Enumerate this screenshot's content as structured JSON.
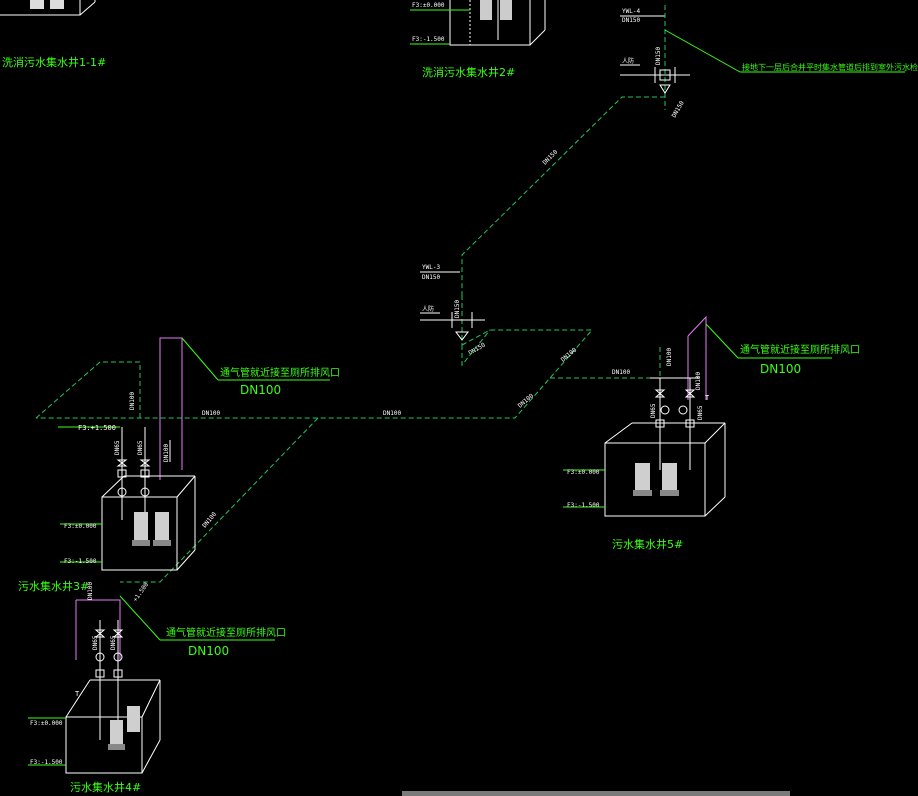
{
  "drawing": {
    "background": "#000000",
    "colors": {
      "pipe": "#22c55e",
      "vent": "#e879f9",
      "label": "#39ff14",
      "white": "#ffffff",
      "yellow": "#e5e500",
      "cyan": "#22d3ee",
      "scrollbar": "#7a7a7a"
    },
    "pits": {
      "pit_1_1": {
        "name": "洗消污水集水井1-1#"
      },
      "pit_2": {
        "name": "洗消污水集水井2#",
        "level_top": "F3:±0.000",
        "level_bottom": "F3:-1.500"
      },
      "pit_3": {
        "name": "污水集水井3#",
        "level_top": "F3:±0.000",
        "level_bottom": "F3:-1.500"
      },
      "pit_4": {
        "name": "污水集水井4#",
        "level_top": "F3:±0.000",
        "level_bottom": "F3:-1.500"
      },
      "pit_5": {
        "name": "污水集水井5#",
        "level_top": "F3:±0.000",
        "level_bottom": "F3:-1.500"
      }
    },
    "vent_notes": {
      "pit_3": {
        "note": "通气管就近接至厕所排风口",
        "size": "DN100"
      },
      "pit_4": {
        "note": "通气管就近接至厕所排风口",
        "size": "DN100"
      },
      "pit_5": {
        "note": "通气管就近接至厕所排风口",
        "size": "DN100"
      }
    },
    "top_note": "接地下一层后合并平时集水管道后排到室外污水检查井",
    "riser_tags": {
      "ywl_4": "YWL-4",
      "ywl_3": "YWL-3",
      "ywl_4_size": "DN150",
      "ywl_3_size": "DN150"
    },
    "pipe_labels": {
      "dn150_a": "DN150",
      "dn150_b": "DN150",
      "dn150_c": "DN150",
      "dn150_d": "DN150",
      "dn150_e": "DN150",
      "dn100_a": "DN100",
      "dn100_b": "DN100",
      "dn100_c": "DN100",
      "dn100_d": "DN100",
      "dn100_e": "DN100",
      "dn100_f": "DN100",
      "dn100_g": "DN100",
      "dn65_a": "DN65",
      "dn65_b": "DN65",
      "dn65_c": "DN65",
      "dn65_d": "DN65",
      "dn65_e": "DN65",
      "dn65_f": "DN65"
    },
    "misc": {
      "elev_main": "F3:+1.500",
      "elev_pit4": "+1.500",
      "inlet_text": "人防",
      "t_mark": "T"
    }
  }
}
